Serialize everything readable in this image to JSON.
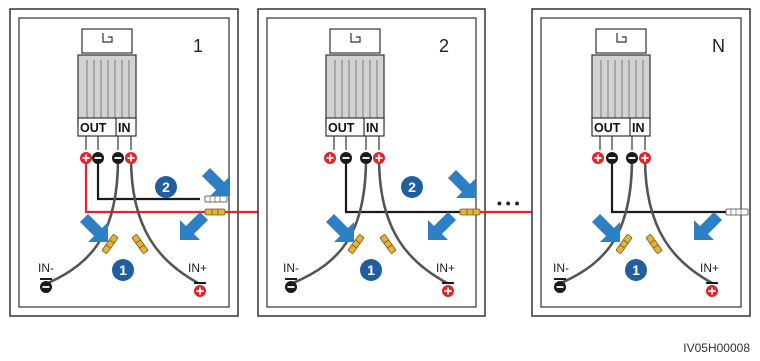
{
  "panels": [
    {
      "label": "1",
      "step_top": "2",
      "step_bottom": "1",
      "in_minus_label": "IN-",
      "in_plus_label": "IN+"
    },
    {
      "label": "2",
      "step_top": "2",
      "step_bottom": "1",
      "in_minus_label": "IN-",
      "in_plus_label": "IN+"
    },
    {
      "label": "N",
      "step_top": "",
      "step_bottom": "1",
      "in_minus_label": "IN-",
      "in_plus_label": "IN+"
    }
  ],
  "optimizer": {
    "out_label": "OUT",
    "in_label": "IN"
  },
  "ellipsis": "• • •",
  "figure_id": "IV05H00008",
  "colors": {
    "positive": "#e0262b",
    "negative": "#1a1a1a",
    "step_badge": "#1f5fa0",
    "arrow": "#2e80c4",
    "connector": "#e3b23c"
  }
}
